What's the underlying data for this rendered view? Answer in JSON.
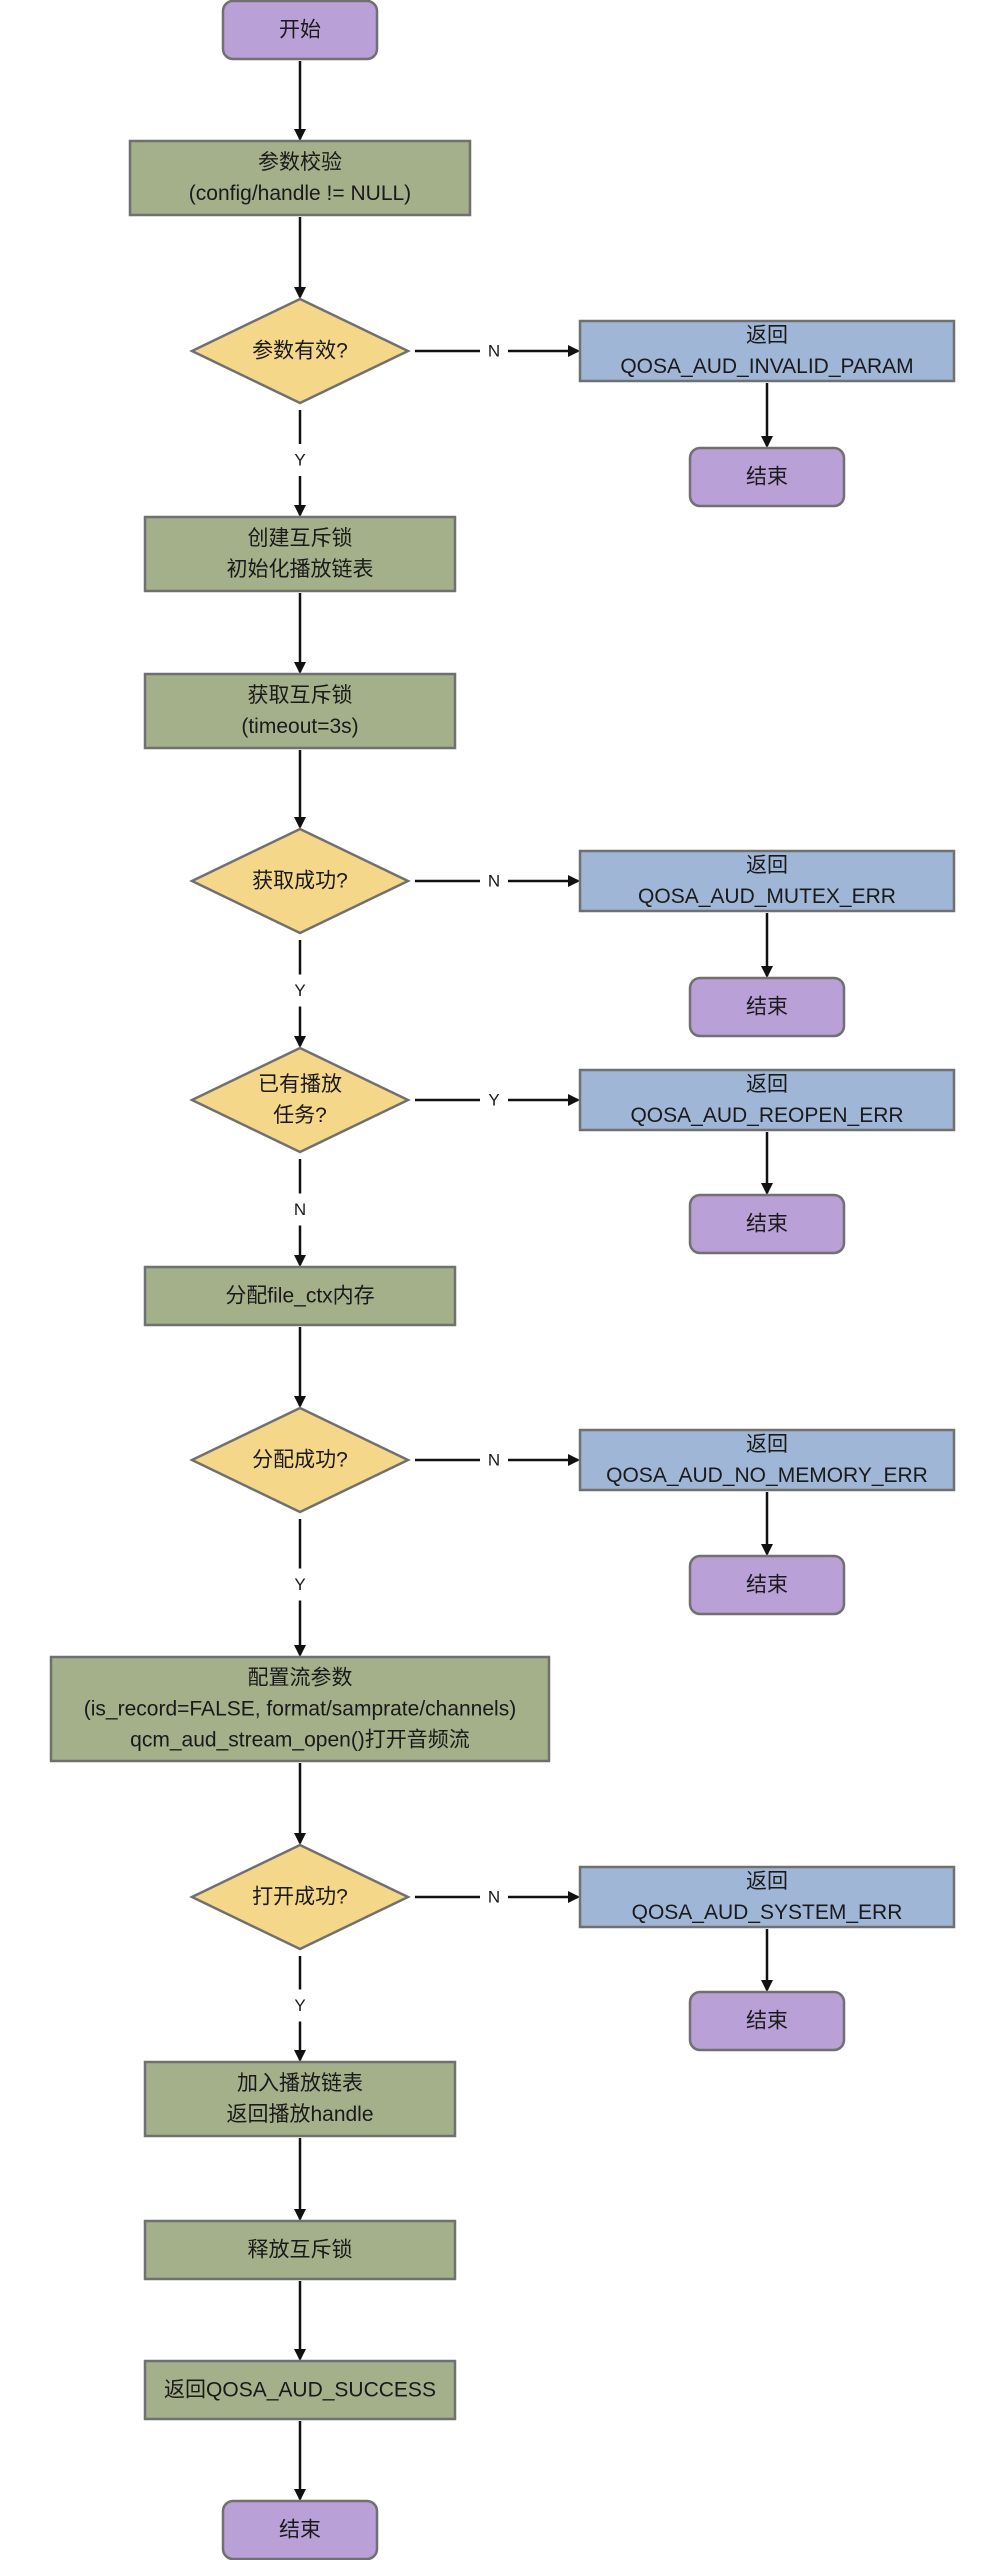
{
  "colors": {
    "terminal_fill": "#b9a0d6",
    "process_fill": "#a3b08a",
    "decision_fill": "#f5d78a",
    "return_fill": "#9fb6d6",
    "stroke": "#707070",
    "arrow": "#111111"
  },
  "nodes": {
    "start": {
      "shape": "terminal",
      "lines": [
        "开始"
      ]
    },
    "validate": {
      "shape": "process",
      "lines": [
        "参数校验",
        "(config/handle != NULL)"
      ]
    },
    "d_valid": {
      "shape": "decision",
      "lines": [
        "参数有效?"
      ]
    },
    "r_invalid": {
      "shape": "return",
      "lines": [
        "返回",
        "QOSA_AUD_INVALID_PARAM"
      ]
    },
    "end_invalid": {
      "shape": "terminal",
      "lines": [
        "结束"
      ]
    },
    "create_mutex": {
      "shape": "process",
      "lines": [
        "创建互斥锁",
        "初始化播放链表"
      ]
    },
    "lock": {
      "shape": "process",
      "lines": [
        "获取互斥锁",
        "(timeout=3s)"
      ]
    },
    "d_lock": {
      "shape": "decision",
      "lines": [
        "获取成功?"
      ]
    },
    "r_mutex": {
      "shape": "return",
      "lines": [
        "返回",
        "QOSA_AUD_MUTEX_ERR"
      ]
    },
    "end_mutex": {
      "shape": "terminal",
      "lines": [
        "结束"
      ]
    },
    "d_playing": {
      "shape": "decision",
      "lines": [
        "已有播放",
        "任务?"
      ]
    },
    "r_reopen": {
      "shape": "return",
      "lines": [
        "返回",
        "QOSA_AUD_REOPEN_ERR"
      ]
    },
    "end_reopen": {
      "shape": "terminal",
      "lines": [
        "结束"
      ]
    },
    "alloc": {
      "shape": "process",
      "lines": [
        "分配file_ctx内存"
      ]
    },
    "d_alloc": {
      "shape": "decision",
      "lines": [
        "分配成功?"
      ]
    },
    "r_nomem": {
      "shape": "return",
      "lines": [
        "返回",
        "QOSA_AUD_NO_MEMORY_ERR"
      ]
    },
    "end_nomem": {
      "shape": "terminal",
      "lines": [
        "结束"
      ]
    },
    "config": {
      "shape": "process",
      "lines": [
        "配置流参数",
        "(is_record=FALSE, format/samprate/channels)",
        "qcm_aud_stream_open()打开音频流"
      ]
    },
    "d_open": {
      "shape": "decision",
      "lines": [
        "打开成功?"
      ]
    },
    "r_system": {
      "shape": "return",
      "lines": [
        "返回",
        "QOSA_AUD_SYSTEM_ERR"
      ]
    },
    "end_system": {
      "shape": "terminal",
      "lines": [
        "结束"
      ]
    },
    "add_list": {
      "shape": "process",
      "lines": [
        "加入播放链表",
        "返回播放handle"
      ]
    },
    "unlock": {
      "shape": "process",
      "lines": [
        "释放互斥锁"
      ]
    },
    "r_success": {
      "shape": "process",
      "lines": [
        "返回QOSA_AUD_SUCCESS"
      ]
    },
    "end_main": {
      "shape": "terminal",
      "lines": [
        "结束"
      ]
    }
  },
  "edges": [
    {
      "from": "start",
      "to": "validate",
      "label": ""
    },
    {
      "from": "validate",
      "to": "d_valid",
      "label": ""
    },
    {
      "from": "d_valid",
      "to": "r_invalid",
      "label": "N"
    },
    {
      "from": "r_invalid",
      "to": "end_invalid",
      "label": ""
    },
    {
      "from": "d_valid",
      "to": "create_mutex",
      "label": "Y"
    },
    {
      "from": "create_mutex",
      "to": "lock",
      "label": ""
    },
    {
      "from": "lock",
      "to": "d_lock",
      "label": ""
    },
    {
      "from": "d_lock",
      "to": "r_mutex",
      "label": "N"
    },
    {
      "from": "r_mutex",
      "to": "end_mutex",
      "label": ""
    },
    {
      "from": "d_lock",
      "to": "d_playing",
      "label": "Y"
    },
    {
      "from": "d_playing",
      "to": "r_reopen",
      "label": "Y"
    },
    {
      "from": "r_reopen",
      "to": "end_reopen",
      "label": ""
    },
    {
      "from": "d_playing",
      "to": "alloc",
      "label": "N"
    },
    {
      "from": "alloc",
      "to": "d_alloc",
      "label": ""
    },
    {
      "from": "d_alloc",
      "to": "r_nomem",
      "label": "N"
    },
    {
      "from": "r_nomem",
      "to": "end_nomem",
      "label": ""
    },
    {
      "from": "d_alloc",
      "to": "config",
      "label": "Y"
    },
    {
      "from": "config",
      "to": "d_open",
      "label": ""
    },
    {
      "from": "d_open",
      "to": "r_system",
      "label": "N"
    },
    {
      "from": "r_system",
      "to": "end_system",
      "label": ""
    },
    {
      "from": "d_open",
      "to": "add_list",
      "label": "Y"
    },
    {
      "from": "add_list",
      "to": "unlock",
      "label": ""
    },
    {
      "from": "unlock",
      "to": "r_success",
      "label": ""
    },
    {
      "from": "r_success",
      "to": "end_main",
      "label": ""
    }
  ]
}
